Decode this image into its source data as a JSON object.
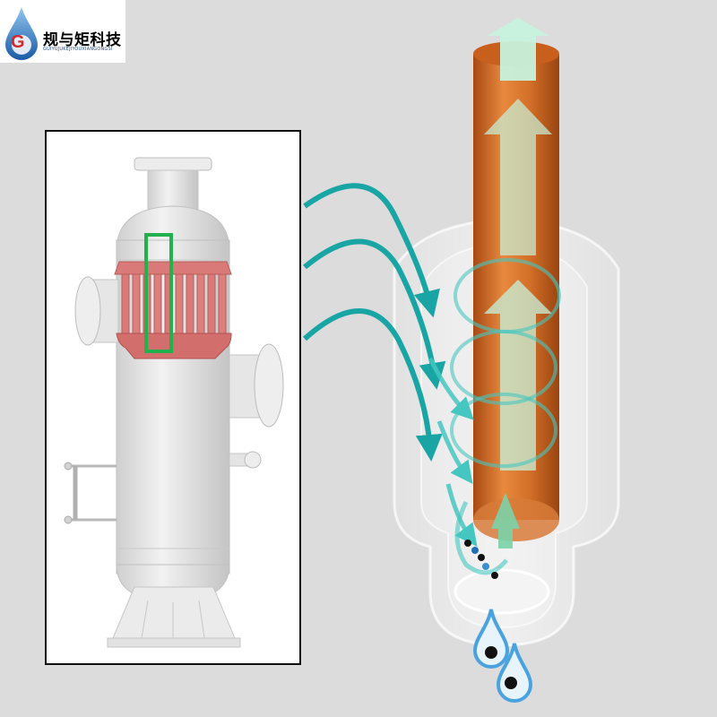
{
  "logo": {
    "letter": "G",
    "title": "规与矩科技",
    "subtitle": "GUIYUJUKEJIYOUXIANGONGSI"
  },
  "colors": {
    "background": "#dcdcdc",
    "flow_arrow": "#1aa5a5",
    "core_pipe": "#d2702a",
    "element_bundle": "#d97a78",
    "highlight_box": "#22b14c",
    "droplet": "#4aa3df"
  }
}
